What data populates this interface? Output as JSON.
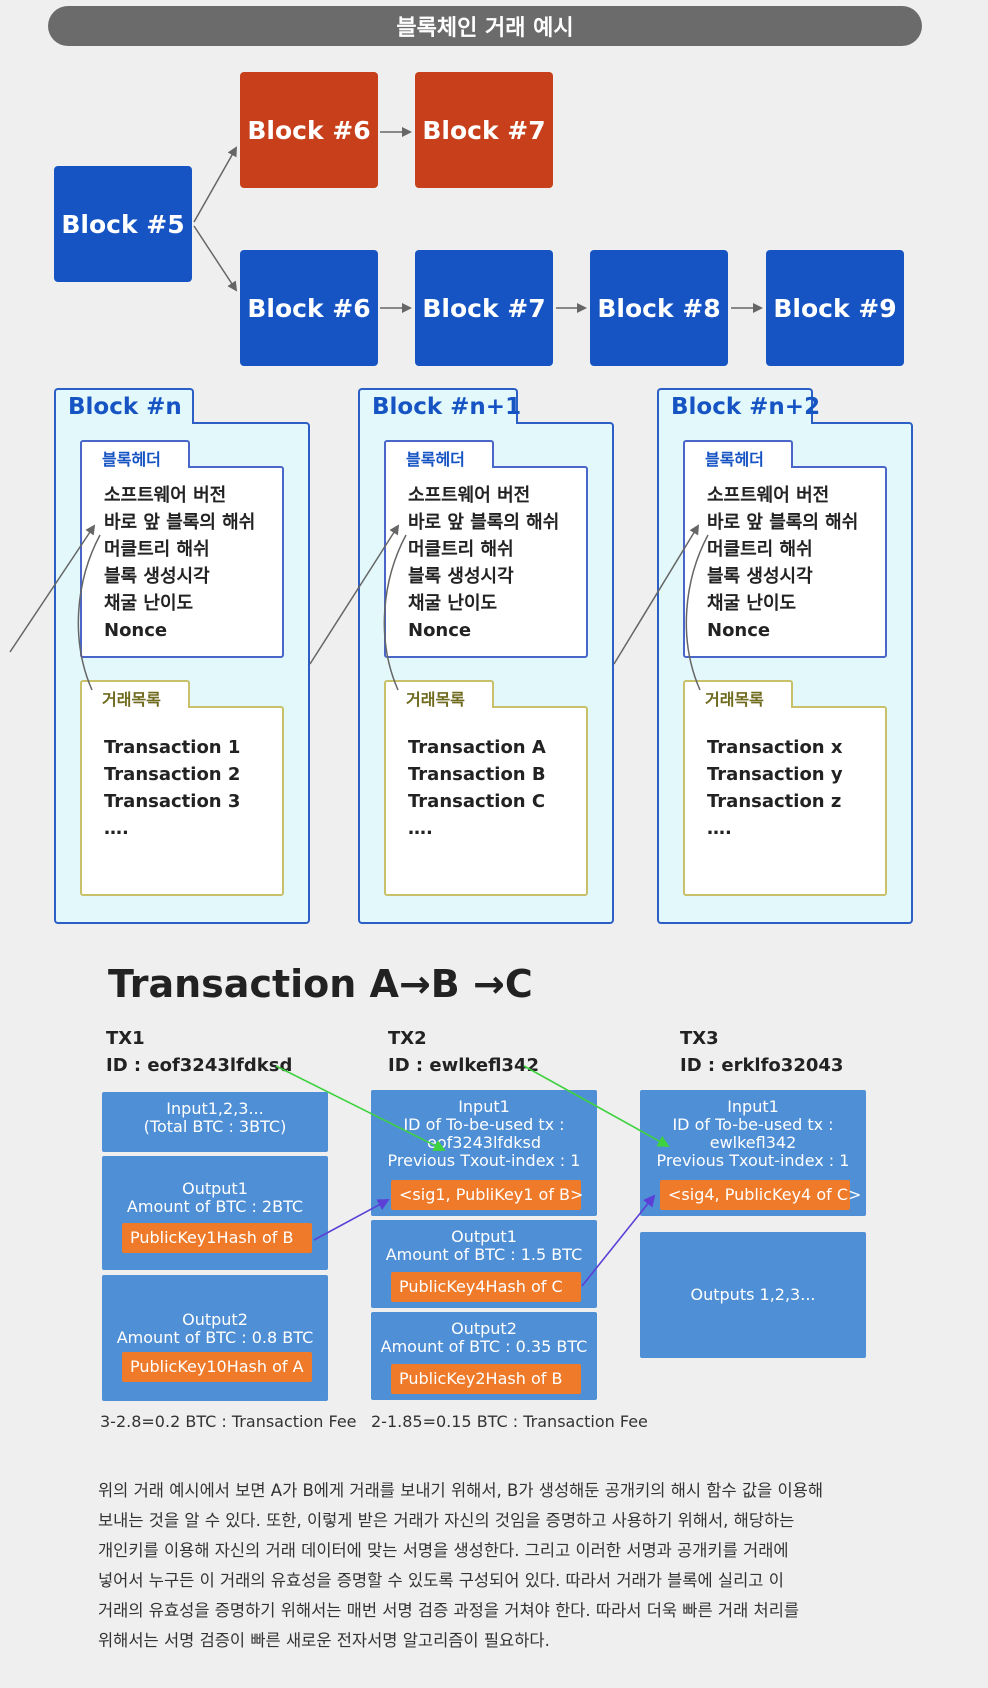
{
  "title": "블록체인 거래 예시",
  "chain": {
    "block5": "Block #5",
    "fork_top": [
      "Block #6",
      "Block #7"
    ],
    "main": [
      "Block #6",
      "Block #7",
      "Block #8",
      "Block #9"
    ]
  },
  "detail_blocks": [
    {
      "name": "Block #n",
      "header_label": "블록헤더",
      "header_fields": [
        "소프트웨어 버전",
        "바로 앞 블록의 해쉬",
        "머클트리 해쉬",
        "블록 생성시각",
        "채굴 난이도",
        "Nonce"
      ],
      "tx_label": "거래목록",
      "transactions": [
        "Transaction 1",
        "Transaction 2",
        "Transaction 3",
        "…."
      ]
    },
    {
      "name": "Block #n+1",
      "header_label": "블록헤더",
      "header_fields": [
        "소프트웨어 버전",
        "바로 앞 블록의 해쉬",
        "머클트리 해쉬",
        "블록 생성시각",
        "채굴 난이도",
        "Nonce"
      ],
      "tx_label": "거래목록",
      "transactions": [
        "Transaction A",
        "Transaction B",
        "Transaction C",
        "…."
      ]
    },
    {
      "name": "Block #n+2",
      "header_label": "블록헤더",
      "header_fields": [
        "소프트웨어 버전",
        "바로 앞 블록의 해쉬",
        "머클트리 해쉬",
        "블록 생성시각",
        "채굴 난이도",
        "Nonce"
      ],
      "tx_label": "거래목록",
      "transactions": [
        "Transaction x",
        "Transaction y",
        "Transaction z",
        "…."
      ]
    }
  ],
  "tx_section_title": "Transaction A→B →C",
  "tx1": {
    "label": "TX1",
    "id": "ID : eof3243lfdksd",
    "input": [
      "Input1,2,3...",
      "(Total BTC : 3BTC)"
    ],
    "output1": [
      "Output1",
      "Amount of BTC : 2BTC"
    ],
    "output1_key": "PublicKey1Hash of B",
    "output2": [
      "Output2",
      "Amount of BTC : 0.8 BTC"
    ],
    "output2_key": "PublicKey10Hash of A",
    "fee": "3-2.8=0.2 BTC : Transaction Fee"
  },
  "tx2": {
    "label": "TX2",
    "id": "ID : ewlkefl342",
    "input": [
      "Input1",
      "ID of To-be-used tx :",
      "eof3243lfdksd",
      "Previous Txout-index : 1"
    ],
    "input_sig": "<sig1, PubliKey1 of B>",
    "output1": [
      "Output1",
      "Amount of BTC : 1.5 BTC"
    ],
    "output1_key": "PublicKey4Hash of C",
    "output2": [
      "Output2",
      "Amount of BTC : 0.35 BTC"
    ],
    "output2_key": "PublicKey2Hash of B",
    "fee": "2-1.85=0.15 BTC : Transaction Fee"
  },
  "tx3": {
    "label": "TX3",
    "id": "ID : erklfo32043",
    "input": [
      "Input1",
      "ID of To-be-used tx :",
      "ewlkefl342",
      "Previous Txout-index : 1"
    ],
    "input_sig": "<sig4, PublicKey4 of C>",
    "outputs": "Outputs 1,2,3..."
  },
  "paragraph": [
    "위의 거래 예시에서 보면 A가 B에게 거래를 보내기 위해서, B가 생성해둔 공개키의 해시 함수 값을 이용해",
    "보내는 것을 알 수 있다. 또한, 이렇게 받은 거래가 자신의 것임을 증명하고 사용하기 위해서, 해당하는",
    "개인키를 이용해 자신의 거래 데이터에 맞는 서명을 생성한다. 그리고 이러한 서명과 공개키를 거래에",
    "넣어서 누구든 이 거래의 유효성을 증명할 수 있도록 구성되어 있다. 따라서 거래가 블록에 실리고 이",
    "거래의 유효성을 증명하기 위해서는 매번 서명 검증 과정을 거쳐야 한다. 따라서 더욱 빠른 거래 처리를",
    "위해서는 서명 검증이 빠른 새로운 전자서명 알고리즘이 필요하다."
  ],
  "colors": {
    "block_blue": "#1654c4",
    "fork_red": "#c7401b",
    "tx_box": "#4f8fd6",
    "key_pill": "#ee7a2a",
    "link_green": "#3fd23f",
    "link_purple": "#5b3fd6"
  }
}
